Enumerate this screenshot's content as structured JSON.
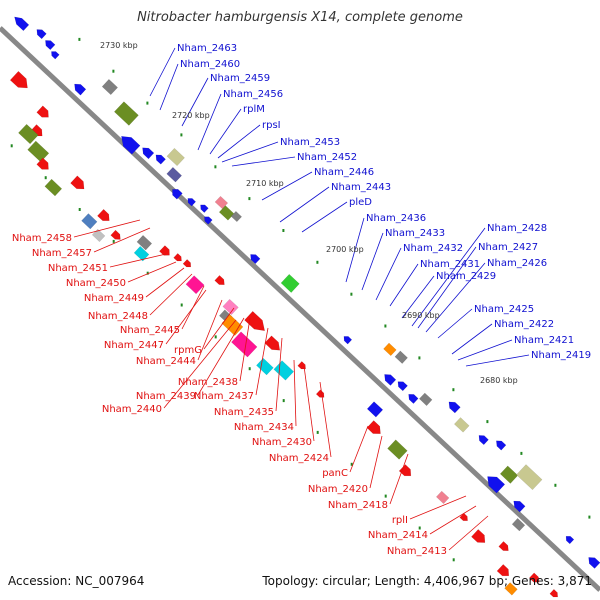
{
  "title": "Nitrobacter hamburgensis X14, complete genome",
  "accession": "Accession: NC_007964",
  "summary": "Topology: circular; Length: 4,406,967 bp; Genes: 3,871",
  "colors": {
    "backbone": "#888888",
    "upper_label": "#1010d0",
    "lower_label": "#e01010",
    "forward_strand": "#ee1111",
    "reverse_strand": "#1111ee",
    "tick": "#228822"
  },
  "scale_marks": [
    "2730 kbp",
    "2720 kbp",
    "2710 kbp",
    "2700 kbp",
    "2690 kbp",
    "2680 kbp"
  ],
  "upper_genes": [
    "Nham_2463",
    "Nham_2460",
    "Nham_2459",
    "Nham_2456",
    "rplM",
    "rpsI",
    "Nham_2453",
    "Nham_2452",
    "Nham_2446",
    "Nham_2443",
    "pleD",
    "Nham_2436",
    "Nham_2433",
    "Nham_2432",
    "Nham_2431",
    "Nham_2429",
    "Nham_2428",
    "Nham_2427",
    "Nham_2426",
    "Nham_2425",
    "Nham_2422",
    "Nham_2421",
    "Nham_2419"
  ],
  "lower_genes": [
    "Nham_2458",
    "Nham_2457",
    "Nham_2451",
    "Nham_2450",
    "Nham_2449",
    "Nham_2448",
    "Nham_2445",
    "Nham_2447",
    "Nham_2444",
    "rpmG",
    "Nham_2438",
    "Nham_2439",
    "Nham_2437",
    "Nham_2440",
    "Nham_2435",
    "Nham_2434",
    "Nham_2430",
    "Nham_2424",
    "panC",
    "Nham_2420",
    "Nham_2418",
    "rplI",
    "Nham_2414",
    "Nham_2413"
  ]
}
